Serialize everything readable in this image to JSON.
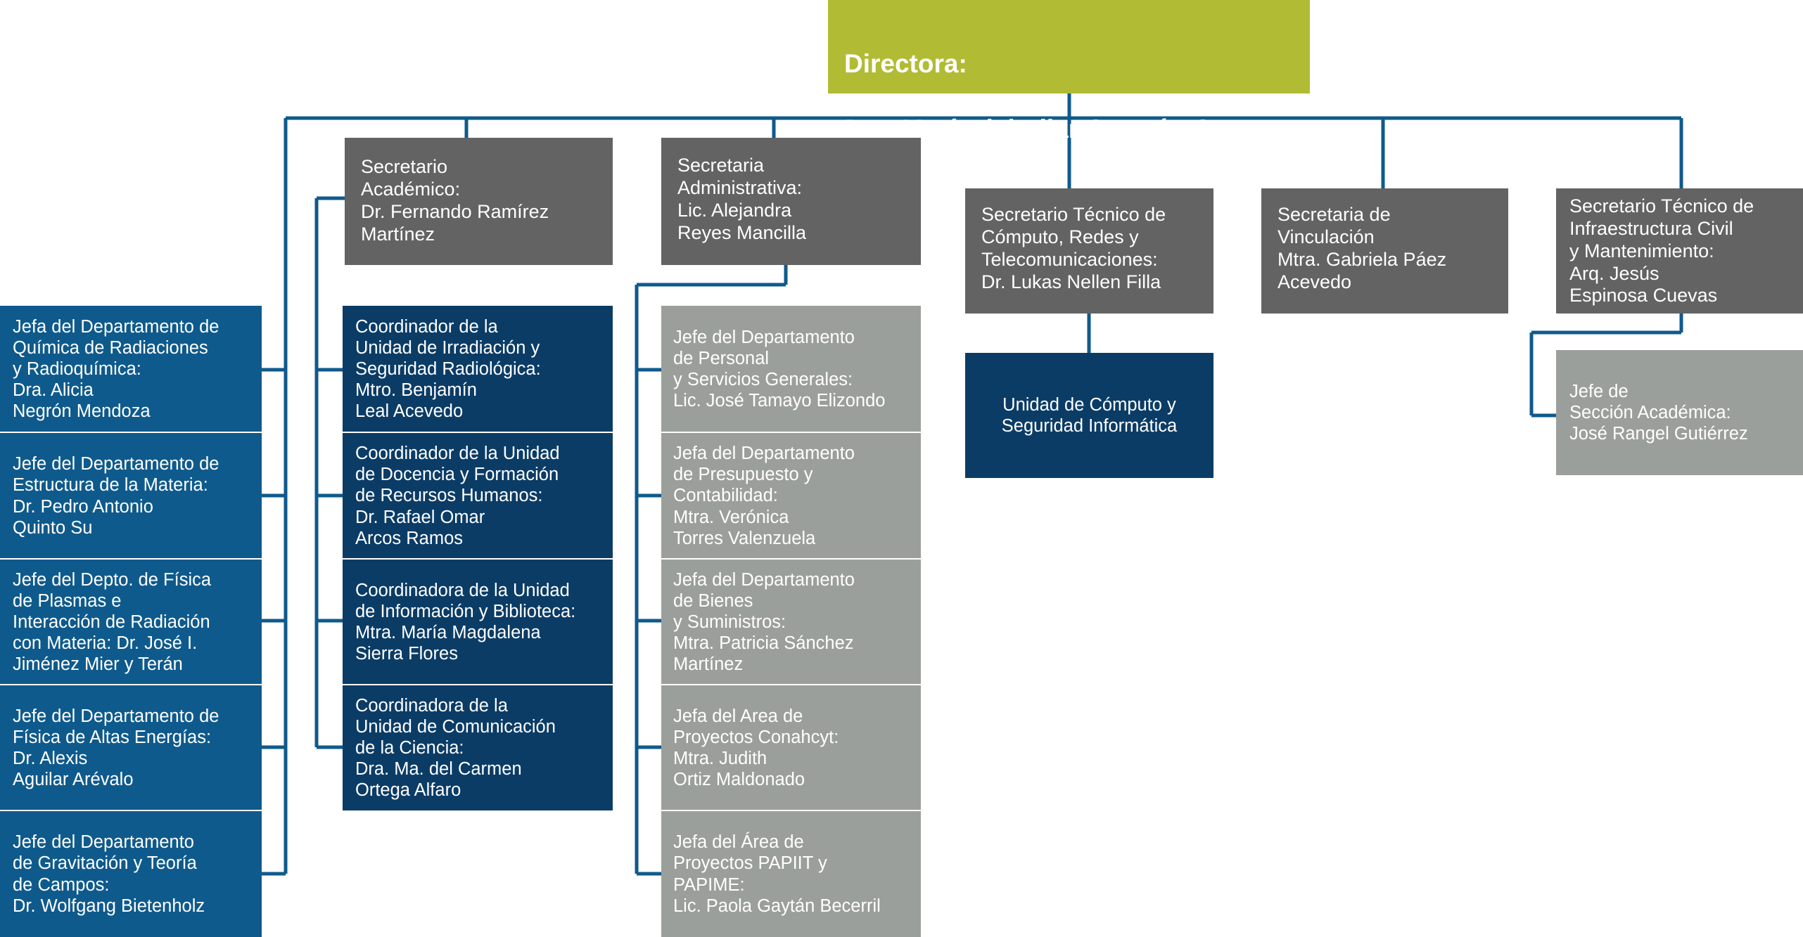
{
  "colors": {
    "director": "#b2bb34",
    "secretary": "#636363",
    "admin_unit": "#9b9f9b",
    "department": "#0f5a8c",
    "coordination": "#0b3c66",
    "connector": "#0f5a8c"
  },
  "director": {
    "role": "Directora:",
    "name": "Dra. María del Pilar Carreón Castro"
  },
  "secretaries": [
    {
      "text": "Secretario\nAcadémico:\nDr. Fernando Ramírez\nMartínez"
    },
    {
      "text": "Secretaria\nAdministrativa:\nLic. Alejandra\nReyes Mancilla"
    },
    {
      "text": "Secretario Técnico de\nCómputo, Redes y\nTelecomunicaciones:\nDr. Lukas Nellen Filla"
    },
    {
      "text": "Secretaria de\nVinculación\nMtra. Gabriela Páez\nAcevedo"
    },
    {
      "text": "Secretario Técnico de\nInfraestructura Civil\ny Mantenimiento:\nArq. Jesús\nEspinosa Cuevas"
    }
  ],
  "departments": [
    {
      "text": "Jefa del Departamento de\nQuímica de Radiaciones\ny Radioquímica:\nDra. Alicia\nNegrón Mendoza"
    },
    {
      "text": "Jefe del Departamento de\nEstructura de la Materia:\nDr. Pedro Antonio\nQuinto Su"
    },
    {
      "text": "Jefe del Depto. de Física\nde Plasmas e\nInteracción de Radiación\ncon Materia: Dr. José I.\nJiménez Mier y Terán"
    },
    {
      "text": "Jefe del Departamento de\nFísica de Altas Energías:\nDr. Alexis\nAguilar Arévalo"
    },
    {
      "text": "Jefe del Departamento\nde Gravitación y Teoría\nde Campos:\nDr. Wolfgang Bietenholz"
    }
  ],
  "coordinations": [
    {
      "text": "Coordinador de la\nUnidad de Irradiación y\nSeguridad Radiológica:\nMtro. Benjamín\nLeal Acevedo"
    },
    {
      "text": "Coordinador de la Unidad\nde Docencia y Formación\nde Recursos Humanos:\nDr. Rafael Omar\nArcos Ramos"
    },
    {
      "text": "Coordinadora de la Unidad\nde Información y Biblioteca:\nMtra. María Magdalena\nSierra Flores"
    },
    {
      "text": "Coordinadora de la\nUnidad de Comunicación\nde la Ciencia:\nDra. Ma. del Carmen\nOrtega Alfaro"
    }
  ],
  "admin_units": [
    {
      "text": "Jefe del Departamento\nde Personal\ny Servicios Generales:\nLic. José Tamayo Elizondo"
    },
    {
      "text": "Jefa del Departamento\nde Presupuesto y\nContabilidad:\nMtra. Verónica\nTorres Valenzuela"
    },
    {
      "text": "Jefa del Departamento\nde Bienes\ny Suministros:\nMtra. Patricia Sánchez\nMartínez"
    },
    {
      "text": "Jefa del Area de\nProyectos Conahcyt:\nMtra. Judith\nOrtiz Maldonado"
    },
    {
      "text": "Jefa del Área de\nProyectos PAPIIT y\nPAPIME:\nLic. Paola Gaytán Becerril"
    }
  ],
  "computing_unit": {
    "text": "Unidad de Cómputo y\nSeguridad Informática"
  },
  "infra_section": {
    "text": "Jefe de\nSección Académica:\nJosé Rangel Gutiérrez"
  }
}
